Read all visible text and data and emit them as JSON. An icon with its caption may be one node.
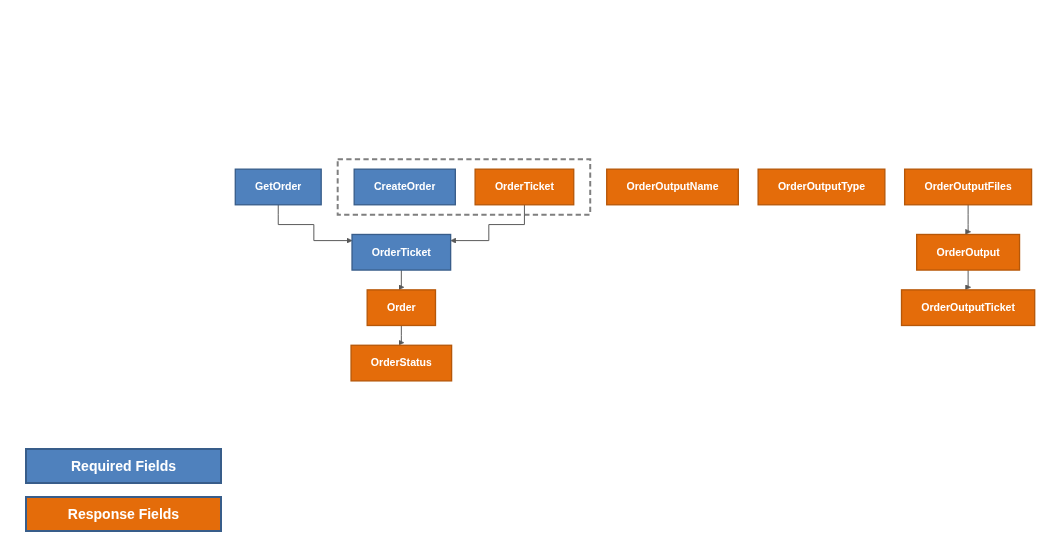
{
  "diagram": {
    "nodes": [
      {
        "text": [],
        "shape": "box"
      },
      {
        "text": [
          "CreateOrder"
        ],
        "in": 0
      },
      {
        "text": [
          "OrderTicket"
        ],
        "in": 0
      },
      {
        "text": [
          "GetOrder"
        ]
      },
      {
        "text": [
          "OrderTicket"
        ]
      },
      {
        "text": [
          "Order"
        ]
      },
      {
        "text": [
          "OrderStatus"
        ]
      },
      {
        "text": [
          "OrderOutputFiles"
        ]
      },
      {
        "text": [
          "OrderOutput"
        ]
      },
      {
        "text": [
          "OrderOutputTicket"
        ]
      },
      {
        "text": [
          "OrderOutputName"
        ]
      },
      {
        "text": [
          "OrderOutputType"
        ]
      }
    ],
    "edges": [
      {
        "from": 3,
        "to": 4,
        "arrow": "to"
      },
      {
        "from": 2,
        "to": 4,
        "arrow": "to"
      },
      {
        "from": 4,
        "to": 5,
        "arrow": "to"
      },
      {
        "from": 5,
        "to": 6,
        "arrow": "to"
      },
      {
        "from": 7,
        "to": 8,
        "arrow": "to"
      },
      {
        "from": 8,
        "to": 9,
        "arrow": "to"
      }
    ],
    "legend": [
      {
        "text": "Required Fields",
        "color": "#4f81bd"
      },
      {
        "text": "Response Fields",
        "color": "#e46c0a"
      }
    ]
  }
}
